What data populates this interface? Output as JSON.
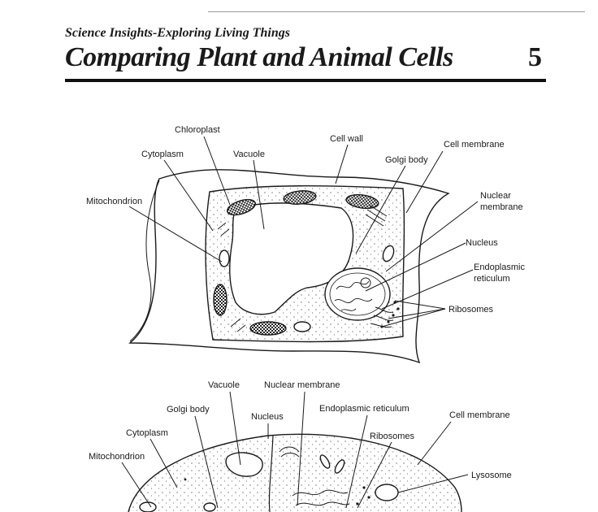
{
  "header": {
    "subtitle": "Science Insights-Exploring Living Things",
    "title": "Comparing Plant and Animal Cells",
    "chapter_number": "5"
  },
  "plant_cell": {
    "labels": {
      "chloroplast": "Chloroplast",
      "cytoplasm": "Cytoplasm",
      "vacuole": "Vacuole",
      "cell_wall": "Cell wall",
      "golgi_body": "Golgi body",
      "cell_membrane": "Cell membrane",
      "mitochondrion": "Mitochondrion",
      "nuclear_membrane_line1": "Nuclear",
      "nuclear_membrane_line2": "membrane",
      "nucleus": "Nucleus",
      "endoplasmic_reticulum_line1": "Endoplasmic",
      "endoplasmic_reticulum_line2": "reticulum",
      "ribosomes": "Ribosomes"
    }
  },
  "animal_cell": {
    "labels": {
      "vacuole": "Vacuole",
      "nuclear_membrane": "Nuclear membrane",
      "golgi_body": "Golgi body",
      "nucleus": "Nucleus",
      "endoplasmic_reticulum": "Endoplasmic reticulum",
      "cytoplasm": "Cytoplasm",
      "ribosomes": "Ribosomes",
      "cell_membrane": "Cell membrane",
      "mitochondrion": "Mitochondrion",
      "lysosome": "Lysosome"
    }
  }
}
